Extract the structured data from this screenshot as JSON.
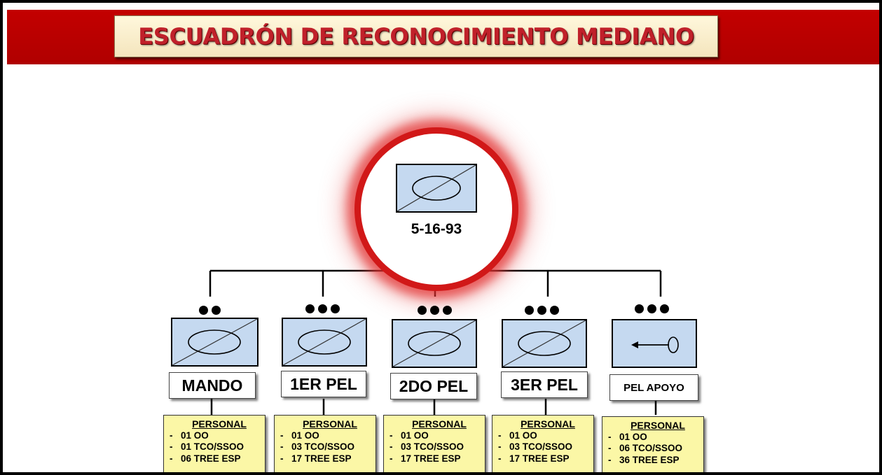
{
  "title": "ESCUADRÓN DE RECONOCIMIENTO MEDIANO",
  "hq": {
    "code": "5-16-93",
    "symbol": "armored-reconnaissance"
  },
  "units": [
    {
      "label": "MANDO",
      "size_dots": 2,
      "symbol": "armored-reconnaissance",
      "personal": {
        "header": "PERSONAL",
        "items": [
          "01 OO",
          "01 TCO/SSOO",
          "06 TREE ESP"
        ]
      }
    },
    {
      "label": "1ER PEL",
      "size_dots": 3,
      "symbol": "armored-reconnaissance",
      "personal": {
        "header": "PERSONAL",
        "items": [
          "01 OO",
          "03 TCO/SSOO",
          "17 TREE ESP"
        ]
      }
    },
    {
      "label": "2DO PEL",
      "size_dots": 3,
      "symbol": "armored-reconnaissance",
      "personal": {
        "header": "PERSONAL",
        "items": [
          "01 OO",
          "03 TCO/SSOO",
          "17 TREE ESP"
        ]
      }
    },
    {
      "label": "3ER PEL",
      "size_dots": 3,
      "symbol": "armored-reconnaissance",
      "personal": {
        "header": "PERSONAL",
        "items": [
          "01 OO",
          "03 TCO/SSOO",
          "17 TREE ESP"
        ]
      }
    },
    {
      "label": "PEL APOYO",
      "size_dots": 3,
      "symbol": "mortar",
      "personal": {
        "header": "PERSONAL",
        "items": [
          "01 OO",
          "06 TCO/SSOO",
          "36 TREE ESP"
        ]
      }
    }
  ],
  "colors": {
    "banner": "#b80000",
    "title_text": "#c0202a",
    "title_box": "#f8ecc8",
    "symbol_fill": "#c5d9f0",
    "personal_fill": "#fbf7a6",
    "halo": "#d11818"
  }
}
